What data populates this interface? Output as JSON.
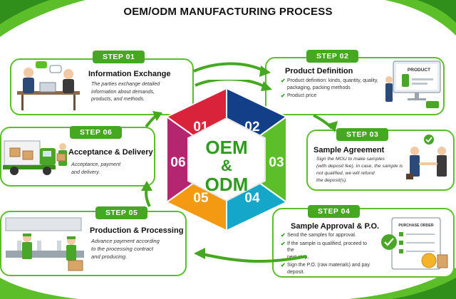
{
  "title": "OEM/ODM MANUFACTURING PROCESS",
  "center": {
    "line1": "OEM",
    "line2": "&",
    "line3": "ODM"
  },
  "segments": [
    "01",
    "02",
    "03",
    "04",
    "05",
    "06"
  ],
  "colors": {
    "accent": "#45a820",
    "seg01": "#d8233a",
    "seg02": "#123f88",
    "seg03": "#5cbf2a",
    "seg04": "#15a7c9",
    "seg05": "#f39a12",
    "seg06": "#b42670",
    "centerText": "#2e9b1e"
  },
  "steps": {
    "s1": {
      "badge": "STEP 01",
      "title": "Information Exchange",
      "desc": [
        "The parties exchange detailed",
        "information about demands,",
        "products, and methods."
      ]
    },
    "s2": {
      "badge": "STEP 02",
      "title": "Product Definition",
      "bullets": [
        [
          "Product definition: kinds, quantity, quality,",
          "packaging, packing methods"
        ],
        [
          "Product price"
        ]
      ],
      "illus_label": "PRODUCT"
    },
    "s3": {
      "badge": "STEP 03",
      "title": "Sample Agreement",
      "desc": [
        "Sign the MOU to make samples",
        "(with deposit fee). In case, the sample is",
        "not qualified, we will refund",
        "the deposit(s)."
      ]
    },
    "s4": {
      "badge": "STEP 04",
      "title": "Sample Approval & P.O.",
      "bullets": [
        [
          "Send the samples for approval."
        ],
        [
          "If the sample is qualified, proceed to the",
          "next step."
        ],
        [
          "Sign the P.O. (raw materials) and pay",
          "deposit."
        ]
      ],
      "illus_label": "PURCHASE ORDER"
    },
    "s5": {
      "badge": "STEP 05",
      "title": "Production & Processing",
      "desc": [
        "Advance payment according",
        "to the processing contract",
        "and producing."
      ]
    },
    "s6": {
      "badge": "STEP 06",
      "title": "Acceptance & Delivery",
      "desc": [
        "Acceptance, payment",
        "and delivery."
      ]
    }
  }
}
